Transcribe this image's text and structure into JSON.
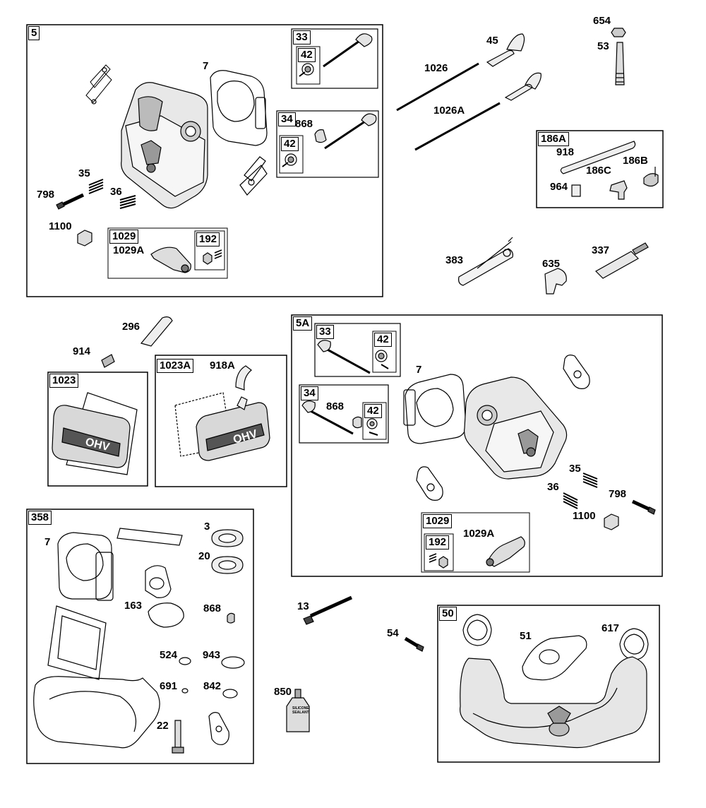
{
  "groups": [
    {
      "id": "5",
      "label": "5"
    },
    {
      "id": "5A",
      "label": "5A"
    },
    {
      "id": "358",
      "label": "358"
    },
    {
      "id": "50",
      "label": "50"
    },
    {
      "id": "186A",
      "label": "186A"
    },
    {
      "id": "1023",
      "label": "1023"
    },
    {
      "id": "1023A",
      "label": "1023A"
    },
    {
      "id": "33a",
      "label": "33"
    },
    {
      "id": "42a",
      "label": "42"
    },
    {
      "id": "34a",
      "label": "34"
    },
    {
      "id": "42b",
      "label": "42"
    },
    {
      "id": "1029a",
      "label": "1029"
    },
    {
      "id": "192a",
      "label": "192"
    },
    {
      "id": "33b",
      "label": "33"
    },
    {
      "id": "42c",
      "label": "42"
    },
    {
      "id": "34b",
      "label": "34"
    },
    {
      "id": "42d",
      "label": "42"
    },
    {
      "id": "1029b",
      "label": "1029"
    },
    {
      "id": "192b",
      "label": "192"
    }
  ],
  "callouts": [
    "7",
    "35",
    "36",
    "798",
    "1100",
    "1029A",
    "868",
    "45",
    "1026",
    "1026A",
    "654",
    "53",
    "918",
    "186B",
    "186C",
    "964",
    "383",
    "635",
    "337",
    "296",
    "914",
    "918A",
    "7",
    "868",
    "35",
    "36",
    "798",
    "1100",
    "1029A",
    "7",
    "3",
    "20",
    "163",
    "868",
    "524",
    "943",
    "691",
    "842",
    "22",
    "13",
    "54",
    "850",
    "51",
    "617"
  ],
  "stamps": {
    "ohv": "OHV",
    "sealant_a": "SILICONE",
    "sealant_b": "SEALANT"
  }
}
